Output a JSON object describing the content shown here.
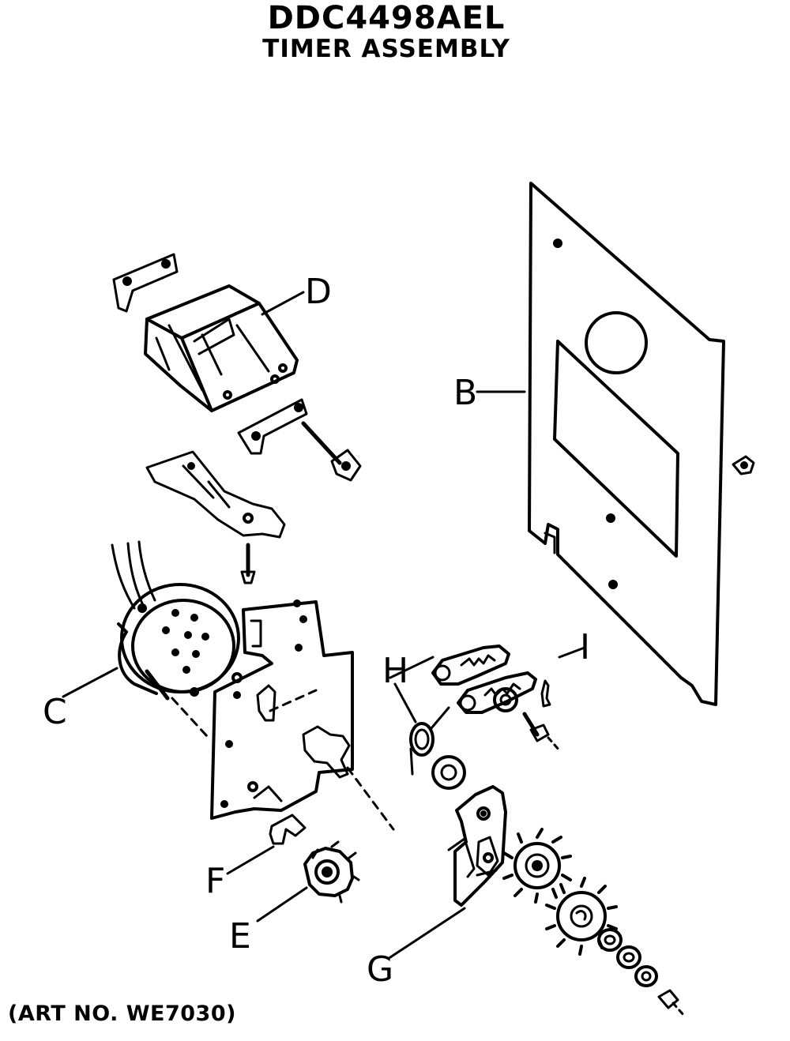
{
  "header": {
    "title": "DDC4498AEL",
    "subtitle": "TIMER ASSEMBLY"
  },
  "footer": {
    "art_no": "(ART NO. WE7030)"
  },
  "callouts": {
    "B": "B",
    "C": "C",
    "D": "D",
    "E": "E",
    "F": "F",
    "G": "G",
    "H": "H",
    "I": "I"
  },
  "colors": {
    "ink": "#000000",
    "paper": "#ffffff"
  }
}
